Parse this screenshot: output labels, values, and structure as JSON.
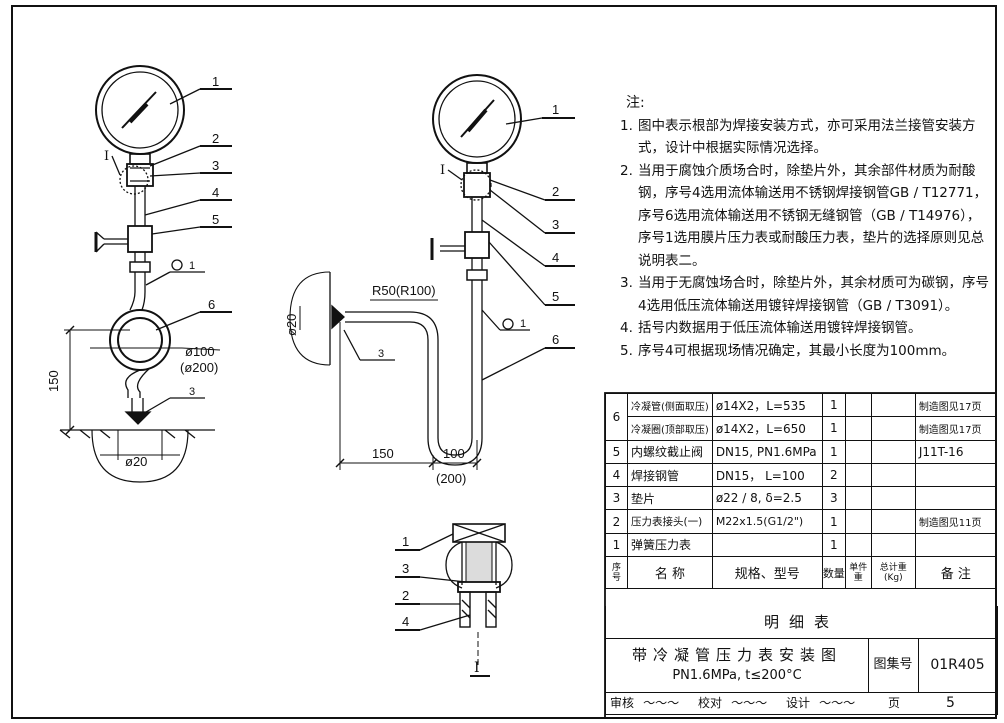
{
  "notes": {
    "heading": "注:",
    "items": [
      {
        "num": "1.",
        "text": "图中表示根部为焊接安装方式，亦可采用法兰接管安装方式，设计中根据实际情况选择。"
      },
      {
        "num": "2.",
        "text": "当用于腐蚀介质场合时，除垫片外，其余部件材质为耐酸钢，序号4选用流体输送用不锈钢焊接钢管GB / T12771，序号6选用流体输送用不锈钢无缝钢管（GB / T14976），序号1选用膜片压力表或耐酸压力表，垫片的选择原则见总说明表二。"
      },
      {
        "num": "3.",
        "text": "当用于无腐蚀场合时，除垫片外，其余材质可为碳钢，序号4选用低压流体输送用镀锌焊接钢管（GB / T3091）。"
      },
      {
        "num": "4.",
        "text": "括号内数据用于低压流体输送用镀锌焊接钢管。"
      },
      {
        "num": "5.",
        "text": "序号4可根据现场情况确定，其最小长度为100mm。"
      }
    ]
  },
  "bom": {
    "rows": [
      {
        "no": "6",
        "name": "冷凝管(侧面取压)",
        "spec": "ø14X2，L=535",
        "qty": "1",
        "remark": "制造图见17页"
      },
      {
        "no": "",
        "name": "冷凝圈(顶部取压)",
        "spec": "ø14X2，L=650",
        "qty": "1",
        "remark": "制造图见17页"
      },
      {
        "no": "5",
        "name": "内螺纹截止阀",
        "spec": "DN15, PN1.6MPa",
        "qty": "1",
        "remark": "J11T-16"
      },
      {
        "no": "4",
        "name": "焊接钢管",
        "spec": "DN15，  L=100",
        "qty": "2",
        "remark": ""
      },
      {
        "no": "3",
        "name": "垫片",
        "spec": "ø22 / 8, δ=2.5",
        "qty": "3",
        "remark": ""
      },
      {
        "no": "2",
        "name": "压力表接头(一)",
        "spec": "M22x1.5(G1/2\")",
        "qty": "1",
        "remark": "制造图见11页"
      },
      {
        "no": "1",
        "name": "弹簧压力表",
        "spec": "",
        "qty": "1",
        "remark": ""
      }
    ],
    "header": {
      "no": "序号",
      "name": "名      称",
      "spec": "规格、型号",
      "qty": "数量",
      "unit_w": "单件重",
      "total_w": "总计重(Kg)",
      "remark": "备    注"
    }
  },
  "title_block": {
    "list_title": "明细表",
    "drawing_title": "带冷凝管压力表安装图",
    "drawing_subtitle": "PN1.6MPa, t≤200°C",
    "atlas_label": "图集号",
    "atlas_no": "01R405",
    "review_label": "审核",
    "check_label": "校对",
    "design_label": "设计",
    "page_label": "页",
    "page_no": "5"
  },
  "drawing": {
    "left_view": {
      "labels": [
        "1",
        "2",
        "3",
        "4",
        "5",
        "6"
      ],
      "detail_mark": "I",
      "weld_mark_1": "1",
      "weld_mark_3": "3",
      "dim_150": "150",
      "dim_d100": "ø100",
      "dim_d200": "(ø200)",
      "dim_d20": "ø20"
    },
    "right_view": {
      "labels": [
        "1",
        "2",
        "3",
        "4",
        "5",
        "6"
      ],
      "detail_mark": "I",
      "weld_mark_1": "1",
      "weld_mark_3": "3",
      "dim_r50": "R50(R100)",
      "dim_d20": "ø20",
      "dim_150": "150",
      "dim_100": "100",
      "dim_200": "(200)"
    },
    "detail_view": {
      "labels": [
        "1",
        "3",
        "2",
        "4"
      ],
      "mark": "I"
    }
  }
}
